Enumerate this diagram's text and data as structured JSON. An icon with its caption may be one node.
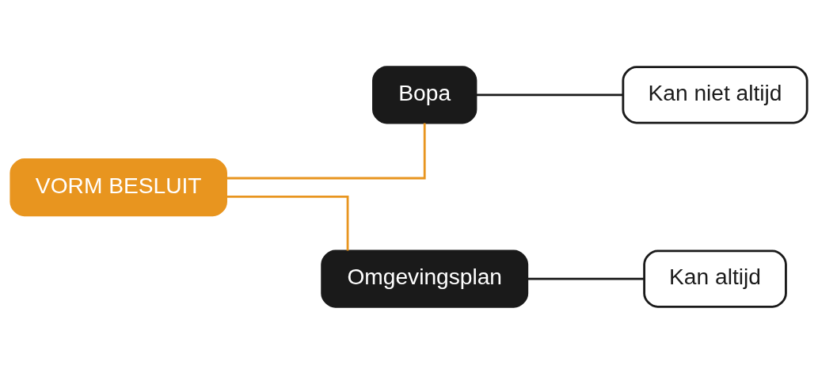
{
  "diagram": {
    "nodes": [
      {
        "text": [
          "VORM BESLUIT"
        ]
      },
      {
        "text": [
          "Bopa"
        ]
      },
      {
        "text": [
          "Kan niet altijd"
        ]
      },
      {
        "text": [
          "Omgevingsplan"
        ]
      },
      {
        "text": [
          "Kan altijd"
        ]
      }
    ],
    "edges": [
      {
        "from": 0,
        "to": 1,
        "arrow": "none",
        "color": "#e8951f"
      },
      {
        "from": 0,
        "to": 3,
        "arrow": "none",
        "color": "#e8951f"
      },
      {
        "from": 1,
        "to": 2,
        "arrow": "none",
        "color": "#1a1a1a"
      },
      {
        "from": 3,
        "to": 4,
        "arrow": "none",
        "color": "#1a1a1a"
      }
    ]
  }
}
